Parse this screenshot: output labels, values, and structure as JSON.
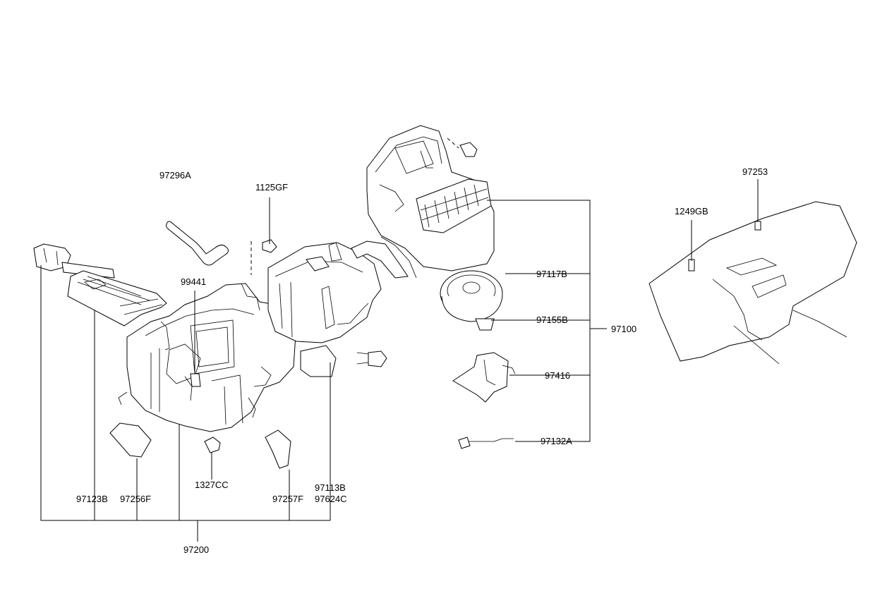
{
  "labels": {
    "p97296A": "97296A",
    "p1125GF": "1125GF",
    "p99441": "99441",
    "p97117B": "97117B",
    "p97155B": "97155B",
    "p97100": "97100",
    "p97416": "97416",
    "p97132A": "97132A",
    "p97123B": "97123B",
    "p97256F": "97256F",
    "p1327CC": "1327CC",
    "p97257F": "97257F",
    "p97113B": "97113B",
    "p97624C": "97624C",
    "p97200": "97200",
    "p97253": "97253",
    "p1249GB": "1249GB"
  }
}
